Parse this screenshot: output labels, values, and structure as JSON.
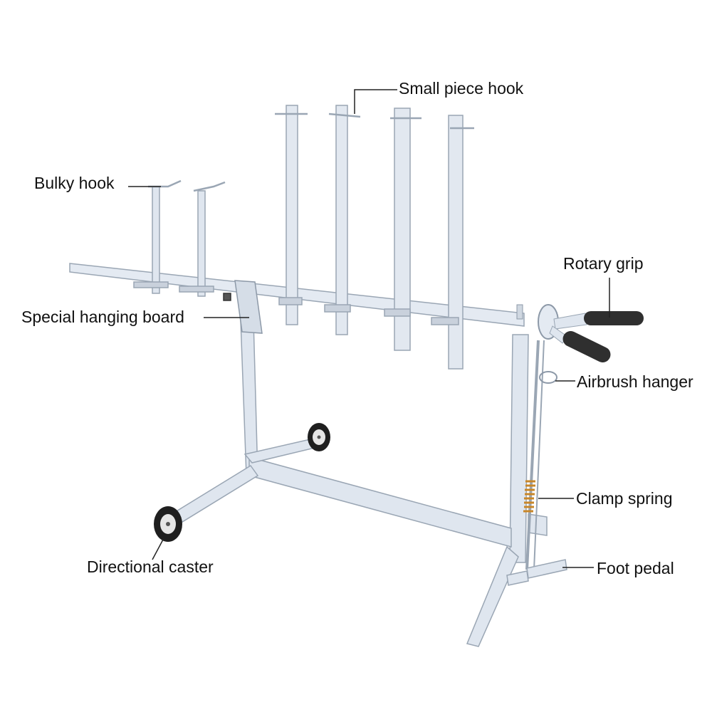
{
  "labels": {
    "small_piece_hook": "Small piece hook",
    "bulky_hook": "Bulky hook",
    "rotary_grip": "Rotary grip",
    "special_hanging_board": "Special hanging board",
    "airbrush_hanger": "Airbrush hanger",
    "clamp_spring": "Clamp spring",
    "directional_caster": "Directional caster",
    "foot_pedal": "Foot pedal"
  },
  "colors": {
    "frame": "#dfe6ef",
    "frame_edge": "#9aa6b4",
    "grip": "#2f2f2f",
    "wheel": "#1f1f1f",
    "spring": "#c8872a",
    "leader": "#222222",
    "text": "#111111"
  }
}
